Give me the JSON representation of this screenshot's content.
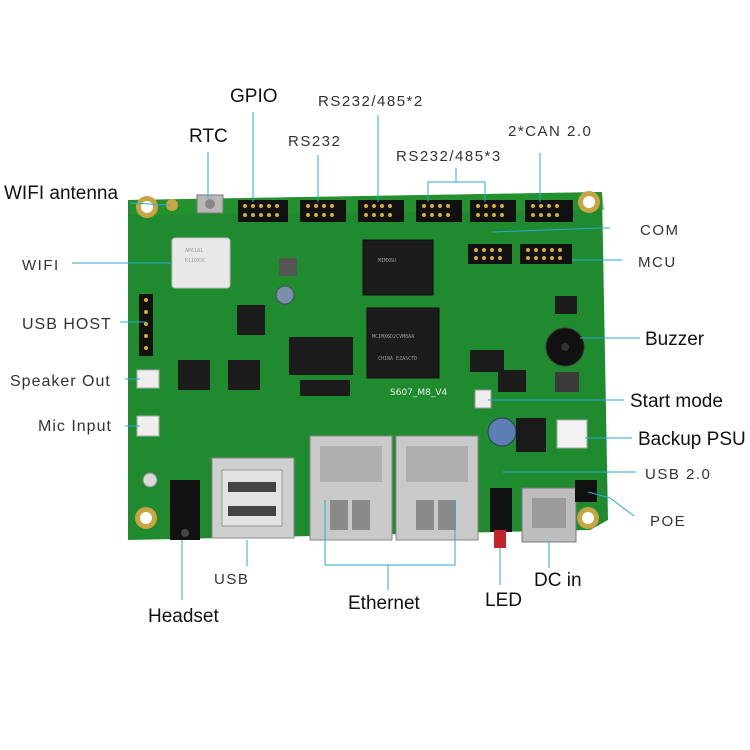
{
  "labels": {
    "gpio": "GPIO",
    "rtc": "RTC",
    "rs232": "RS232",
    "rs232_485_2": "RS232/485*2",
    "rs232_485_3": "RS232/485*3",
    "can": "2*CAN 2.0",
    "wifi_antenna": "WIFI antenna",
    "wifi": "WIFI",
    "usb_host": "USB HOST",
    "speaker_out": "Speaker Out",
    "mic_input": "Mic Input",
    "com": "COM",
    "mcu": "MCU",
    "buzzer": "Buzzer",
    "start_mode": "Start mode",
    "backup_psu": "Backup PSU",
    "usb20": "USB 2.0",
    "poe": "POE",
    "usb": "USB",
    "headset": "Headset",
    "ethernet": "Ethernet",
    "led": "LED",
    "dc_in": "DC in"
  },
  "board": {
    "silkscreen": "S607_M8_V4",
    "wifi_module": "AP6181",
    "wifi_module_sub": "K110X3C"
  },
  "colors": {
    "pcb": "#1f8a2e",
    "pcb_dark": "#136b22",
    "leader": "#2aa9d6",
    "chip": "#1c1c1c",
    "metal": "#c9c9c9"
  }
}
